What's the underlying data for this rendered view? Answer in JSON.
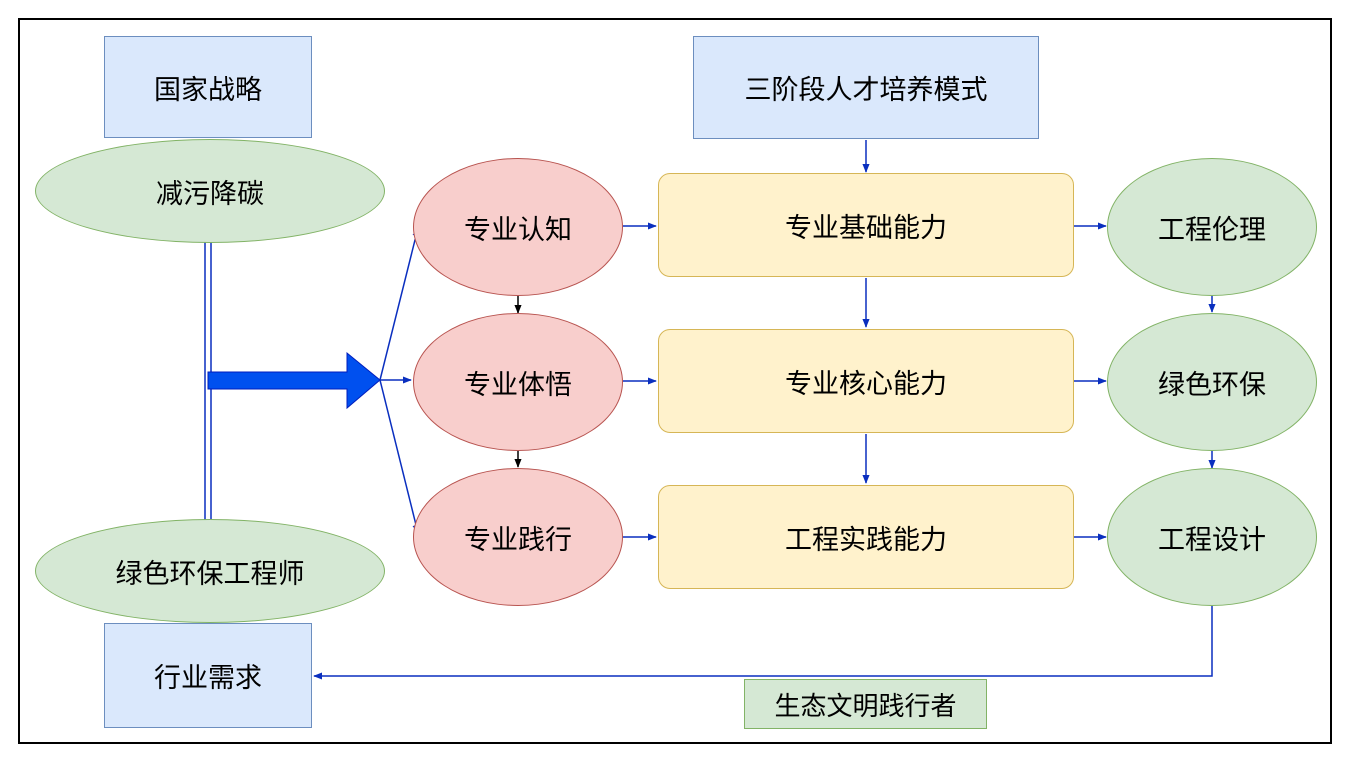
{
  "left": {
    "strategy": "国家战略",
    "reduce": "减污降碳",
    "engineer": "绿色环保工程师",
    "demand": "行业需求"
  },
  "stages": {
    "cognition": "专业认知",
    "perception": "专业体悟",
    "practice": "专业践行"
  },
  "mode": "三阶段人才培养模式",
  "abilities": {
    "basic": "专业基础能力",
    "core": "专业核心能力",
    "practice": "工程实践能力"
  },
  "outcomes": {
    "ethics": "工程伦理",
    "green": "绿色环保",
    "design": "工程设计"
  },
  "bottom_label": "生态文明践行者",
  "colors": {
    "arrow_blue": "#0a2fbf",
    "thick_arrow": "#0050ef"
  }
}
